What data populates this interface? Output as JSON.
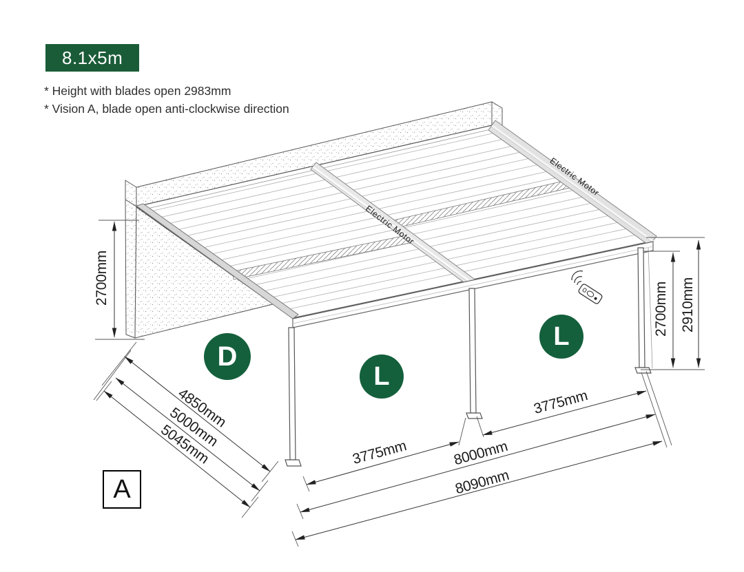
{
  "badge": {
    "size_label": "8.1x5m"
  },
  "notes": {
    "line1": "* Height with blades open 2983mm",
    "line2": "* Vision A, blade open anti-clockwise direction"
  },
  "diagram": {
    "motor_labels": {
      "middle": "Electric Motor",
      "right": "Electric Motor"
    },
    "markers": {
      "d": "D",
      "l_left": "L",
      "l_right": "L"
    },
    "view_label": "A",
    "dimensions": {
      "wall_height": "2700mm",
      "right_inner_height": "2700mm",
      "right_outer_height": "2910mm",
      "depth_blade_zone": "4850mm",
      "depth_frame": "5000mm",
      "depth_total": "5045mm",
      "bay_left_width": "3775mm",
      "bay_right_width": "3775mm",
      "width_frame": "8000mm",
      "width_total": "8090mm"
    },
    "colors": {
      "badge_green": "#1b5c38",
      "marker_green": "#14603c",
      "line_color": "#444444"
    }
  }
}
